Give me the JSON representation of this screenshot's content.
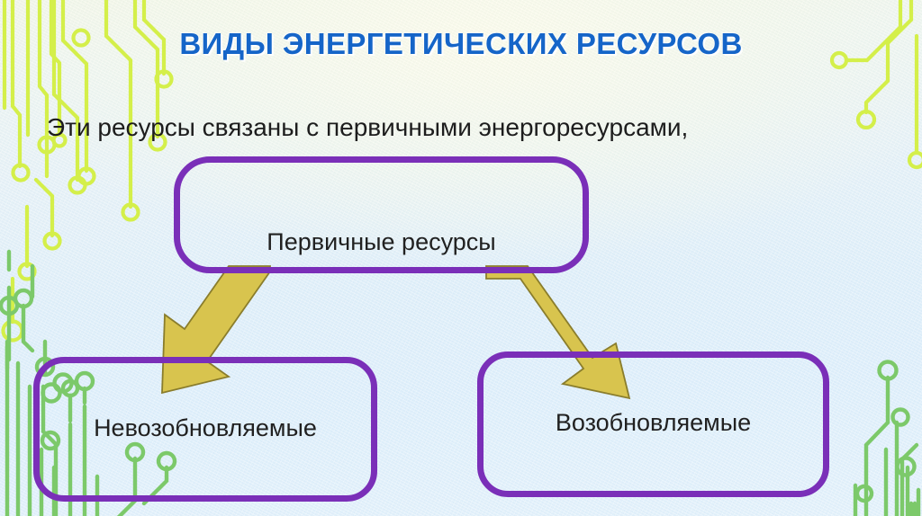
{
  "slide": {
    "title": "ВИДЫ ЭНЕРГЕТИЧЕСКИХ РЕСУРСОВ",
    "subtitle": "Эти ресурсы связаны с первичными энергоресурсами,"
  },
  "diagram": {
    "root": {
      "label": "Первичные ресурсы"
    },
    "children": [
      {
        "label": "Невозобновляемые"
      },
      {
        "label": "Возобновляемые"
      }
    ],
    "connectors": [
      {
        "name": "arrow-to-nonrenewable",
        "direction": "down-left"
      },
      {
        "name": "arrow-to-renewable",
        "direction": "down-right"
      }
    ]
  },
  "colors": {
    "title_blue": "#1565c8",
    "box_border_purple": "#7a2fb8",
    "arrow_gold": "#d8c44e",
    "arrow_outline": "#8c7f2e",
    "body_text": "#212121",
    "circuit_yellow_green": "#d4ef4a",
    "circuit_green": "#7cc96a",
    "background_top": "#f3f6e4",
    "background_bottom": "#dceefb"
  },
  "decoration": {
    "top_left_circuit": "circuit-trace-decoration",
    "top_right_circuit": "circuit-trace-decoration",
    "bottom_left_circuit": "circuit-trace-decoration",
    "bottom_right_circuit": "circuit-trace-decoration"
  }
}
